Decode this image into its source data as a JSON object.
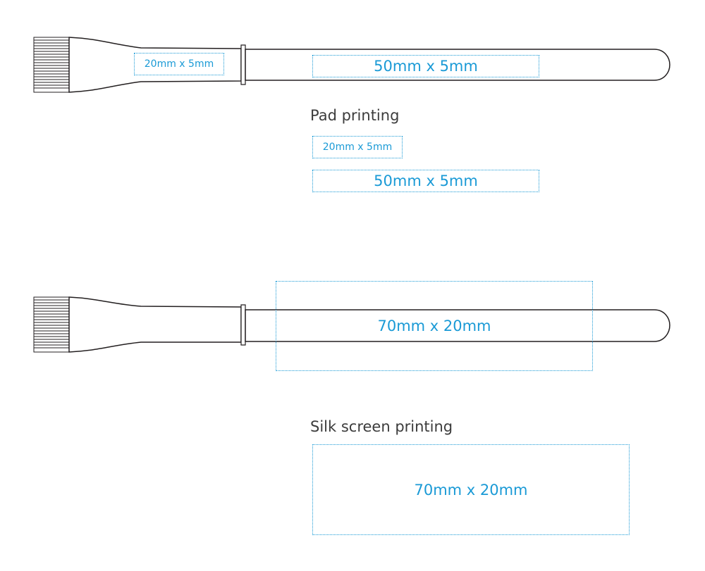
{
  "colors": {
    "outline": "#231f20",
    "accent": "#1a9ad6",
    "heading": "#3c3c3c"
  },
  "pad_printing": {
    "title": "Pad printing",
    "pen_areas": {
      "grip_area": "20mm x 5mm",
      "barrel_area": "50mm x 5mm"
    },
    "legend": {
      "small_area": "20mm x 5mm",
      "large_area": "50mm x 5mm"
    }
  },
  "silk_screen_printing": {
    "title": "Silk screen printing",
    "pen_area": "70mm x 20mm",
    "legend_area": "70mm x 20mm"
  }
}
